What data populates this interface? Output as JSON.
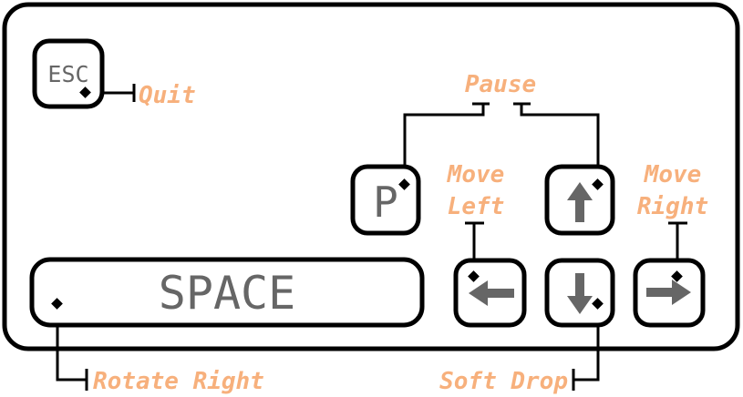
{
  "keys": {
    "esc": "ESC",
    "p": "P",
    "space": "SPACE",
    "up_arrow": "🡅",
    "left_arrow": "🡄",
    "down_arrow": "🡇",
    "right_arrow": "🡆"
  },
  "labels": {
    "quit": "Quit",
    "pause": "Pause",
    "move_left_1": "Move",
    "move_left_2": "Left",
    "move_right_1": "Move",
    "move_right_2": "Right",
    "rotate_right": "Rotate Right",
    "soft_drop": "Soft Drop"
  },
  "colors": {
    "outline": "#000000",
    "key_text": "#666666",
    "label": "#f7b07c",
    "background": "#ffffff"
  }
}
